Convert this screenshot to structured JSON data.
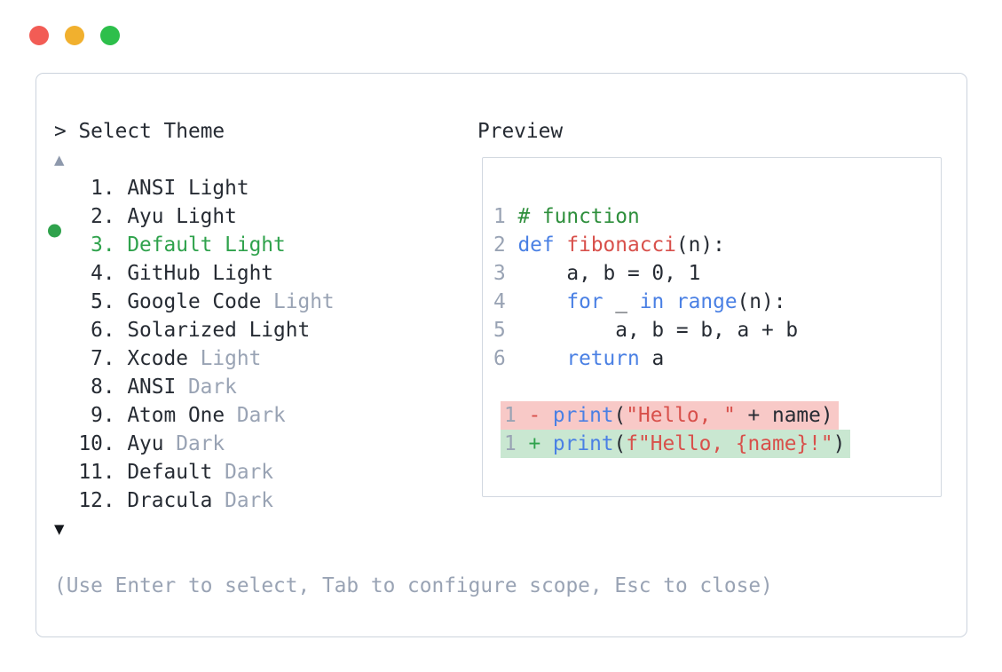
{
  "window": {
    "controls": [
      {
        "name": "close",
        "color": "#f25c55"
      },
      {
        "name": "minimize",
        "color": "#f1b02e"
      },
      {
        "name": "zoom",
        "color": "#2dbf4b"
      }
    ]
  },
  "header": {
    "prompt": "> Select Theme"
  },
  "theme_list": {
    "scroll_up_indicator": "▲",
    "scroll_down_indicator": "▼",
    "items": [
      {
        "number": "1",
        "name": "ANSI Light",
        "suffix": "",
        "selected": false
      },
      {
        "number": "2",
        "name": "Ayu Light",
        "suffix": "",
        "selected": false
      },
      {
        "number": "3",
        "name": "Default Light",
        "suffix": "",
        "selected": true
      },
      {
        "number": "4",
        "name": "GitHub Light",
        "suffix": "",
        "selected": false
      },
      {
        "number": "5",
        "name": "Google Code",
        "suffix": "Light",
        "selected": false
      },
      {
        "number": "6",
        "name": "Solarized Light",
        "suffix": "",
        "selected": false
      },
      {
        "number": "7",
        "name": "Xcode",
        "suffix": "Light",
        "selected": false
      },
      {
        "number": "8",
        "name": "ANSI",
        "suffix": "Dark",
        "selected": false
      },
      {
        "number": "9",
        "name": "Atom One",
        "suffix": "Dark",
        "selected": false
      },
      {
        "number": "10",
        "name": "Ayu",
        "suffix": "Dark",
        "selected": false
      },
      {
        "number": "11",
        "name": "Default",
        "suffix": "Dark",
        "selected": false
      },
      {
        "number": "12",
        "name": "Dracula",
        "suffix": "Dark",
        "selected": false
      }
    ]
  },
  "preview": {
    "title": "Preview",
    "code_lines": [
      {
        "num": "1",
        "tokens": [
          [
            "comment",
            "# function"
          ]
        ]
      },
      {
        "num": "2",
        "tokens": [
          [
            "kw",
            "def"
          ],
          [
            "plain",
            " "
          ],
          [
            "fn",
            "fibonacci"
          ],
          [
            "plain",
            "(n):"
          ]
        ]
      },
      {
        "num": "3",
        "tokens": [
          [
            "plain",
            "    a, b = 0, 1"
          ]
        ]
      },
      {
        "num": "4",
        "tokens": [
          [
            "plain",
            "    "
          ],
          [
            "kw",
            "for"
          ],
          [
            "plain",
            " _ "
          ],
          [
            "kw",
            "in"
          ],
          [
            "plain",
            " "
          ],
          [
            "kw",
            "range"
          ],
          [
            "plain",
            "(n):"
          ]
        ]
      },
      {
        "num": "5",
        "tokens": [
          [
            "plain",
            "        a, b = b, a + b"
          ]
        ]
      },
      {
        "num": "6",
        "tokens": [
          [
            "plain",
            "    "
          ],
          [
            "kw",
            "return"
          ],
          [
            "plain",
            " a"
          ]
        ]
      }
    ],
    "diff_lines": [
      {
        "num": "1",
        "sign": "-",
        "type": "removed",
        "tokens": [
          [
            "kw",
            "print"
          ],
          [
            "plain",
            "("
          ],
          [
            "str",
            "\"Hello, \""
          ],
          [
            "plain",
            " + name)"
          ]
        ]
      },
      {
        "num": "1",
        "sign": "+",
        "type": "added",
        "tokens": [
          [
            "kw",
            "print"
          ],
          [
            "plain",
            "("
          ],
          [
            "str",
            "f\"Hello, {name}!\""
          ],
          [
            "plain",
            ")"
          ]
        ]
      }
    ]
  },
  "footer": {
    "hint": "(Use Enter to select, Tab to configure scope, Esc to close)"
  },
  "colors": {
    "text_dark": "#262b33",
    "muted": "#99a3b4",
    "accent_green": "#2fa24c",
    "comment_green": "#2e8f3c",
    "keyword_blue": "#4a80e4",
    "string_red": "#d8504b",
    "diff_removed_bg": "#f8c9c7",
    "diff_added_bg": "#c9e7d1",
    "panel_border": "#ccd3dd",
    "box_border": "#d2d8e0",
    "traffic_red": "#f25c55",
    "traffic_yellow": "#f1b02e",
    "traffic_green": "#2dbf4b",
    "arrow_up": "#8e99ac",
    "arrow_down": "#14171c"
  }
}
